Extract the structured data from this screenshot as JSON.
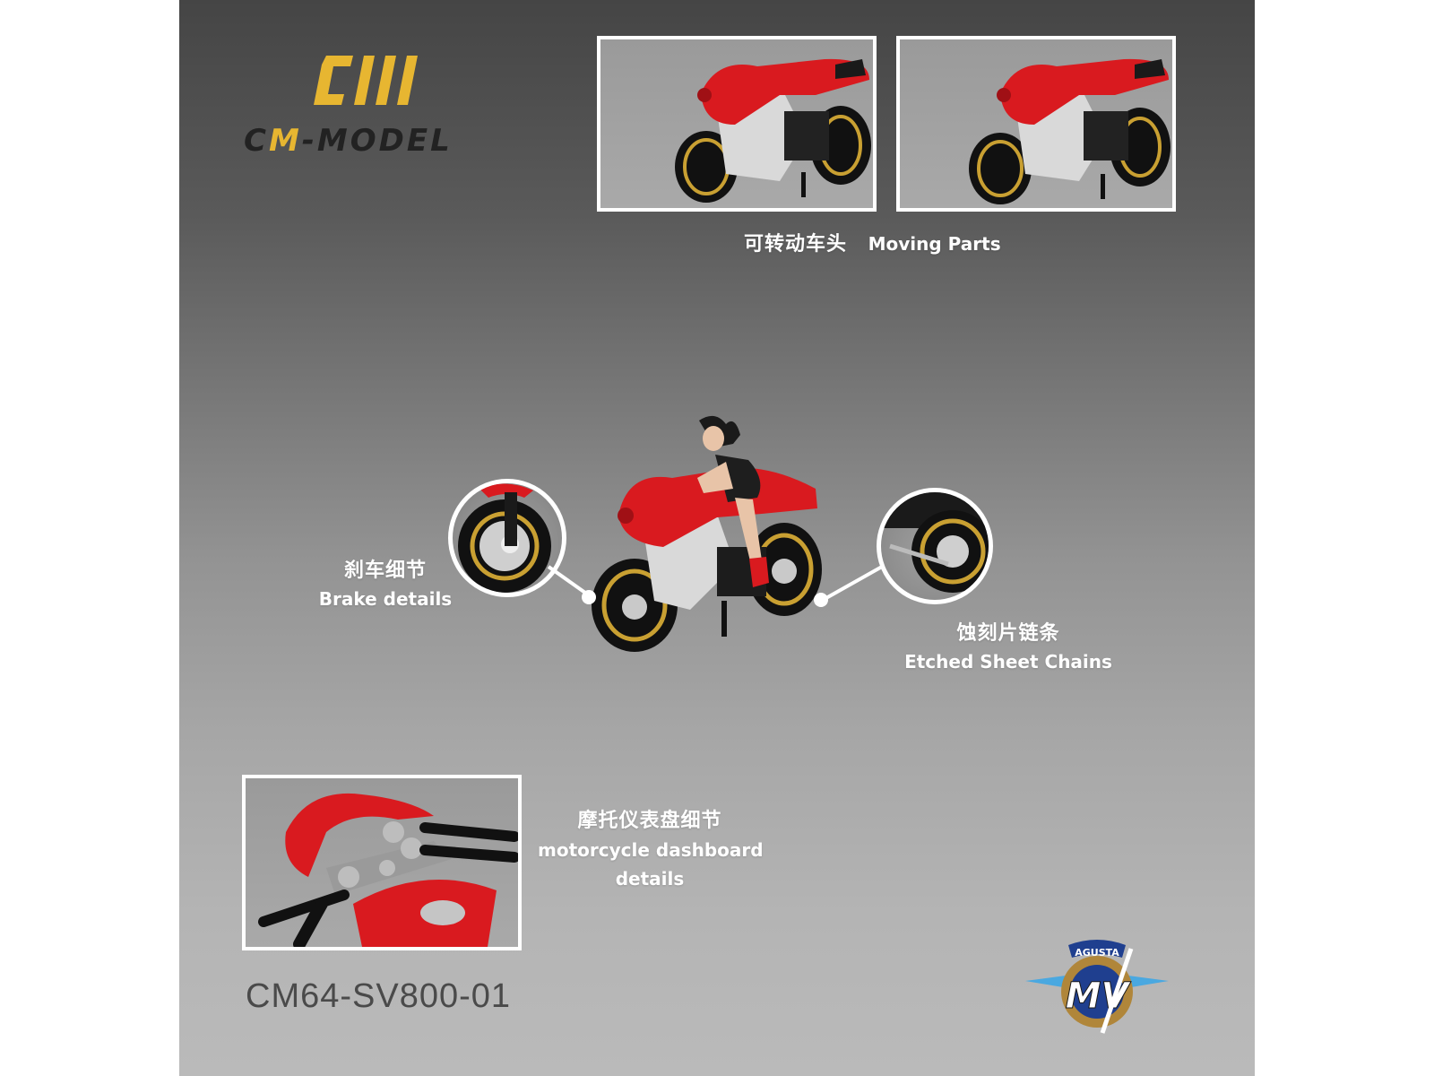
{
  "brand": {
    "logo_mark": "CM",
    "logo_text_prefix": "CM",
    "logo_text_suffix": "-MODEL",
    "colors": {
      "gold": "#e7b631",
      "dark": "#222222",
      "background_top": "#454545",
      "background_bottom": "#bababa",
      "accent_red": "#d91a1f"
    }
  },
  "top_gallery": {
    "images": [
      {
        "label": "Motorcycle model, front wheel straight",
        "icon": "motorcycle-photo"
      },
      {
        "label": "Motorcycle model, front wheel turned",
        "icon": "motorcycle-photo"
      }
    ],
    "caption_cn": "可转动车头",
    "caption_en": "Moving Parts"
  },
  "hero": {
    "label": "Motorcycle model with seated female figure",
    "callouts": [
      {
        "caption_cn": "刹车细节",
        "caption_en": "Brake details",
        "icon": "brake-detail-photo"
      },
      {
        "caption_cn": "蚀刻片链条",
        "caption_en": "Etched Sheet Chains",
        "icon": "chain-detail-photo"
      }
    ]
  },
  "dashboard_detail": {
    "label": "Motorcycle dashboard close-up",
    "caption_cn": "摩托仪表盘细节",
    "caption_en_line1": "motorcycle dashboard",
    "caption_en_line2": "details"
  },
  "product": {
    "sku": "CM64-SV800-01",
    "partner_logo_text": "AGUSTA",
    "partner_logo_mark": "MV"
  }
}
